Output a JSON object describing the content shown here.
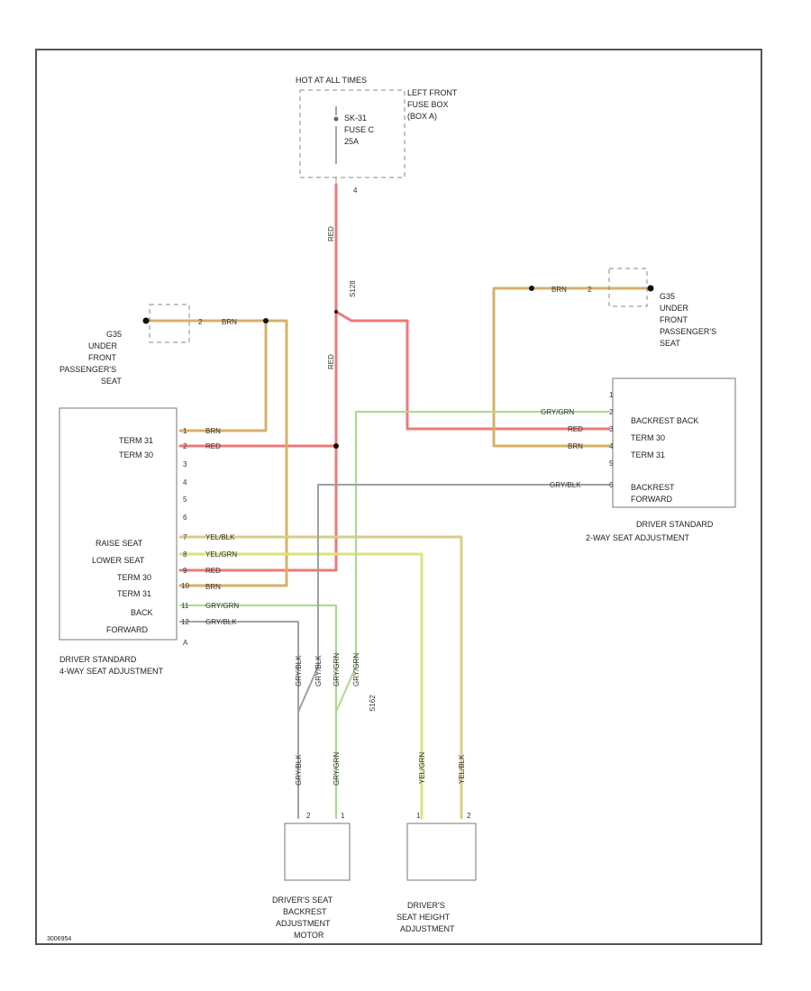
{
  "colors": {
    "red": "#f07878",
    "brn": "#d8b06a",
    "grn": "#a6dc8a",
    "yel_grn": "#dde27c",
    "yel_blk": "#d8cf86",
    "gry_blk": "#a0a0a0",
    "power": "#d0d0d0"
  },
  "fuse_box": {
    "header": "HOT AT ALL TIMES",
    "label": [
      "LEFT FRONT",
      "FUSE BOX",
      "(BOX A)"
    ],
    "fuse": [
      "SK-31",
      "FUSE C",
      "25A"
    ],
    "pin": "4"
  },
  "splices": {
    "s128": "S128",
    "s162": "S162"
  },
  "ground_left": {
    "id": "G35",
    "label": [
      "UNDER",
      "FRONT",
      "PASSENGER'S",
      "SEAT"
    ],
    "pin": "2"
  },
  "ground_right": {
    "id": "G35",
    "label": [
      "UNDER",
      "FRONT",
      "PASSENGER'S",
      "SEAT"
    ],
    "pin": "2"
  },
  "left_module": {
    "title": [
      "DRIVER STANDARD",
      "4-WAY SEAT ADJUSTMENT"
    ],
    "functions": [
      "TERM 31",
      "TERM 30",
      "RAISE SEAT",
      "LOWER SEAT",
      "TERM 30",
      "TERM 31",
      "BACK",
      "FORWARD"
    ],
    "pins": [
      "1",
      "2",
      "3",
      "4",
      "5",
      "6",
      "7",
      "8",
      "9",
      "10",
      "11",
      "12",
      "A"
    ]
  },
  "right_module": {
    "title": [
      "DRIVER STANDARD",
      "2-WAY SEAT ADJUSTMENT"
    ],
    "functions": [
      "BACKREST BACK",
      "TERM 30",
      "TERM 31",
      "BACKREST",
      "FORWARD"
    ],
    "pins": [
      "1",
      "2",
      "3",
      "4",
      "5",
      "6"
    ]
  },
  "motor_backrest": {
    "label": [
      "DRIVER'S SEAT",
      "BACKREST",
      "ADJUSTMENT",
      "MOTOR"
    ],
    "pins": [
      "2",
      "1"
    ]
  },
  "motor_height": {
    "label": [
      "DRIVER'S",
      "SEAT HEIGHT",
      "ADJUSTMENT"
    ],
    "pins": [
      "1",
      "2"
    ]
  },
  "wires": {
    "red": "RED",
    "brn": "BRN",
    "yel_blk": "YEL/BLK",
    "yel_grn": "YEL/GRN",
    "gry_grn": "GRY/GRN",
    "gry_blk": "GRY/BLK"
  },
  "footer": "3006954"
}
